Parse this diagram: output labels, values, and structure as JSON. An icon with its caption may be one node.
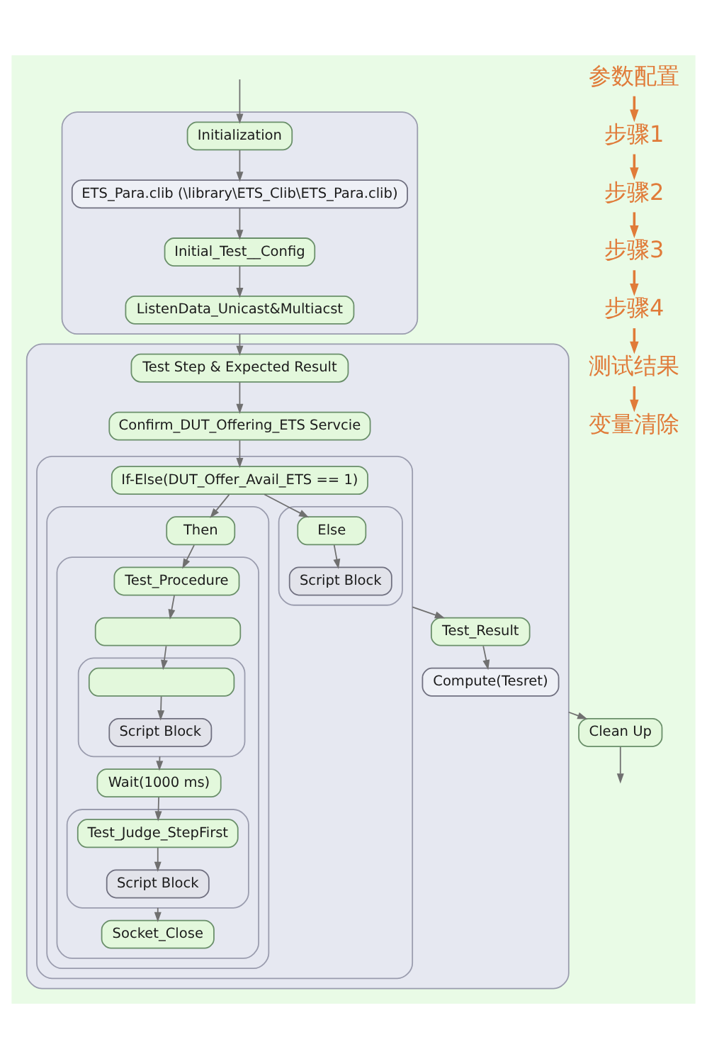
{
  "diagram": {
    "nodes": [
      {
        "text": [],
        "shape": "box"
      },
      {
        "text": [
          "Initialization"
        ],
        "in": 0
      },
      {
        "text": [
          "ETS_Para.clib (\\library\\ETS_Clib\\ETS_Para.clib)"
        ],
        "in": 0
      },
      {
        "text": [
          "Initial_Test__Config"
        ],
        "in": 0
      },
      {
        "text": [
          "ListenData_Unicast&Multiacst"
        ],
        "in": 0
      },
      {
        "text": [],
        "shape": "box"
      },
      {
        "text": [
          "Test Step & Expected Result"
        ],
        "in": 5
      },
      {
        "text": [
          "Confirm_DUT_Offering_ETS Servcie"
        ],
        "in": 5
      },
      {
        "text": [],
        "shape": "box",
        "in": 5
      },
      {
        "text": [
          "If-Else(DUT_Offer_Avail_ETS == 1)"
        ],
        "in": 8
      },
      {
        "text": [],
        "shape": "box",
        "in": 8
      },
      {
        "text": [
          "Then"
        ],
        "in": 10
      },
      {
        "text": [],
        "shape": "box",
        "in": 10
      },
      {
        "text": [
          "Test_Procedure"
        ],
        "in": 12
      },
      {
        "text": [],
        "shape": "box",
        "in": 12
      },
      {
        "text": [],
        "shape": "box",
        "in": 12
      },
      {
        "text": [],
        "shape": "box",
        "in": 15
      },
      {
        "text": [
          "Script Block"
        ],
        "in": 15
      },
      {
        "text": [
          "Wait(1000 ms)"
        ],
        "in": 12
      },
      {
        "text": [],
        "shape": "box",
        "in": 12
      },
      {
        "text": [
          "Test_Judge_StepFirst"
        ],
        "in": 19
      },
      {
        "text": [
          "Script Block"
        ],
        "in": 19
      },
      {
        "text": [
          "Socket_Close"
        ],
        "in": 12
      },
      {
        "text": [],
        "shape": "box",
        "in": 8
      },
      {
        "text": [
          "Else"
        ],
        "in": 23
      },
      {
        "text": [
          "Script Block"
        ],
        "in": 23
      },
      {
        "text": [
          "Test_Result"
        ],
        "in": 5
      },
      {
        "text": [
          "Compute(Tesret)"
        ],
        "in": 5
      },
      {
        "text": [
          "Clean Up"
        ]
      },
      {
        "text": [
          "参数配置"
        ]
      },
      {
        "text": [
          "步骤1"
        ]
      },
      {
        "text": [
          "步骤2"
        ]
      },
      {
        "text": [
          "步骤3"
        ]
      },
      {
        "text": [
          "步骤4"
        ]
      },
      {
        "text": [
          "测试结果"
        ]
      },
      {
        "text": [
          "变量清除"
        ]
      }
    ],
    "edges": [
      {
        "from": null,
        "to": 1,
        "arrow": "to"
      },
      {
        "from": 1,
        "to": 2,
        "arrow": "to"
      },
      {
        "from": 2,
        "to": 3,
        "arrow": "to"
      },
      {
        "from": 3,
        "to": 4,
        "arrow": "to"
      },
      {
        "from": 0,
        "to": 6,
        "arrow": "to"
      },
      {
        "from": 6,
        "to": 7,
        "arrow": "to"
      },
      {
        "from": 7,
        "to": 9,
        "arrow": "to"
      },
      {
        "from": 9,
        "to": 11,
        "arrow": "to"
      },
      {
        "from": 9,
        "to": 24,
        "arrow": "to"
      },
      {
        "from": 11,
        "to": 13,
        "arrow": "to"
      },
      {
        "from": 13,
        "to": 14,
        "arrow": "to"
      },
      {
        "from": 14,
        "to": 16,
        "arrow": "to"
      },
      {
        "from": 16,
        "to": 17,
        "arrow": "to"
      },
      {
        "from": 15,
        "to": 18,
        "arrow": "to"
      },
      {
        "from": 18,
        "to": 20,
        "arrow": "to"
      },
      {
        "from": 20,
        "to": 21,
        "arrow": "to"
      },
      {
        "from": 19,
        "to": 22,
        "arrow": "to"
      },
      {
        "from": 24,
        "to": 25,
        "arrow": "to"
      },
      {
        "from": 8,
        "to": 26,
        "arrow": "to"
      },
      {
        "from": 26,
        "to": 27,
        "arrow": "to"
      },
      {
        "from": 5,
        "to": 28,
        "arrow": "to"
      },
      {
        "from": 28,
        "to": null,
        "arrow": "to"
      },
      {
        "from": 29,
        "to": 30,
        "arrow": "to",
        "color": "#e07b39"
      },
      {
        "from": 30,
        "to": 31,
        "arrow": "to",
        "color": "#e07b39"
      },
      {
        "from": 31,
        "to": 32,
        "arrow": "to",
        "color": "#e07b39"
      },
      {
        "from": 32,
        "to": 33,
        "arrow": "to",
        "color": "#e07b39"
      },
      {
        "from": 33,
        "to": 34,
        "arrow": "to",
        "color": "#e07b39"
      },
      {
        "from": 34,
        "to": 35,
        "arrow": "to",
        "color": "#e07b39"
      }
    ]
  }
}
